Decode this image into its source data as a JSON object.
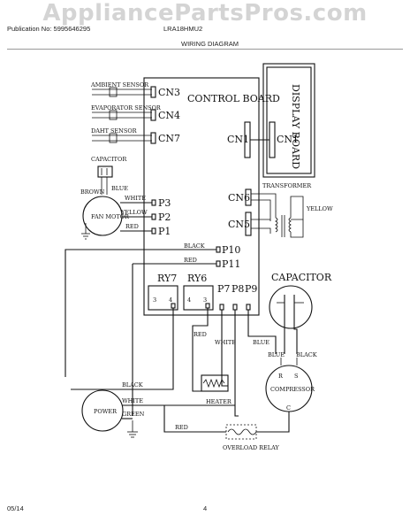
{
  "watermark": "AppliancePartsPros.com",
  "header": {
    "publication": "Publication No: 5995646295",
    "model": "LRA18HMU2",
    "title": "WIRING DIAGRAM"
  },
  "footer": {
    "date": "05/14",
    "page": "4"
  },
  "diagram": {
    "sensors": [
      "AMBIENT SENSOR",
      "EVAPORATOR SENSOR",
      "DAHT SENSOR"
    ],
    "connectors_left": [
      "CN3",
      "CN4",
      "CN7"
    ],
    "control_board": "CONTROL BOARD",
    "display_board": "DISPLAY BOARD",
    "cn1_left": "CN1",
    "cn1_right": "CN1",
    "cn6": "CN6",
    "cn5": "CN5",
    "transformer": "TRANSFORMER",
    "yellow_right": "YELLOW",
    "capacitor_fan": "CAPACITOR",
    "brown": "BROWN",
    "blue_top": "BLUE",
    "white_fan": "WHITE",
    "yellow_fan": "YELLOW",
    "red_fan": "RED",
    "fan_motor": "FAN MOTOR",
    "p3": "P3",
    "p2": "P2",
    "p1": "P1",
    "black_p10": "BLACK",
    "p10": "P10",
    "red_p11": "RED",
    "p11": "P11",
    "ry7": "RY7",
    "ry6": "RY6",
    "ry7_3": "3",
    "ry7_4": "4",
    "ry6_4": "4",
    "ry6_3": "3",
    "p7": "P7",
    "p8": "P8",
    "p9": "P9",
    "capacitor_comp": "CAPACITOR",
    "blue_mid": "BLUE",
    "blue_low": "BLUE",
    "black_comp": "BLACK",
    "red_heater": "RED",
    "white_heater": "WHITE",
    "heater": "HEATER",
    "r": "R",
    "s": "S",
    "c": "C",
    "compressor": "COMPRESSOR",
    "power": "POWER",
    "black_power": "BLACK",
    "white_power": "WHITE",
    "green_power": "GREEN",
    "red_bottom": "RED",
    "overload_relay": "OVERLOAD RELAY"
  }
}
